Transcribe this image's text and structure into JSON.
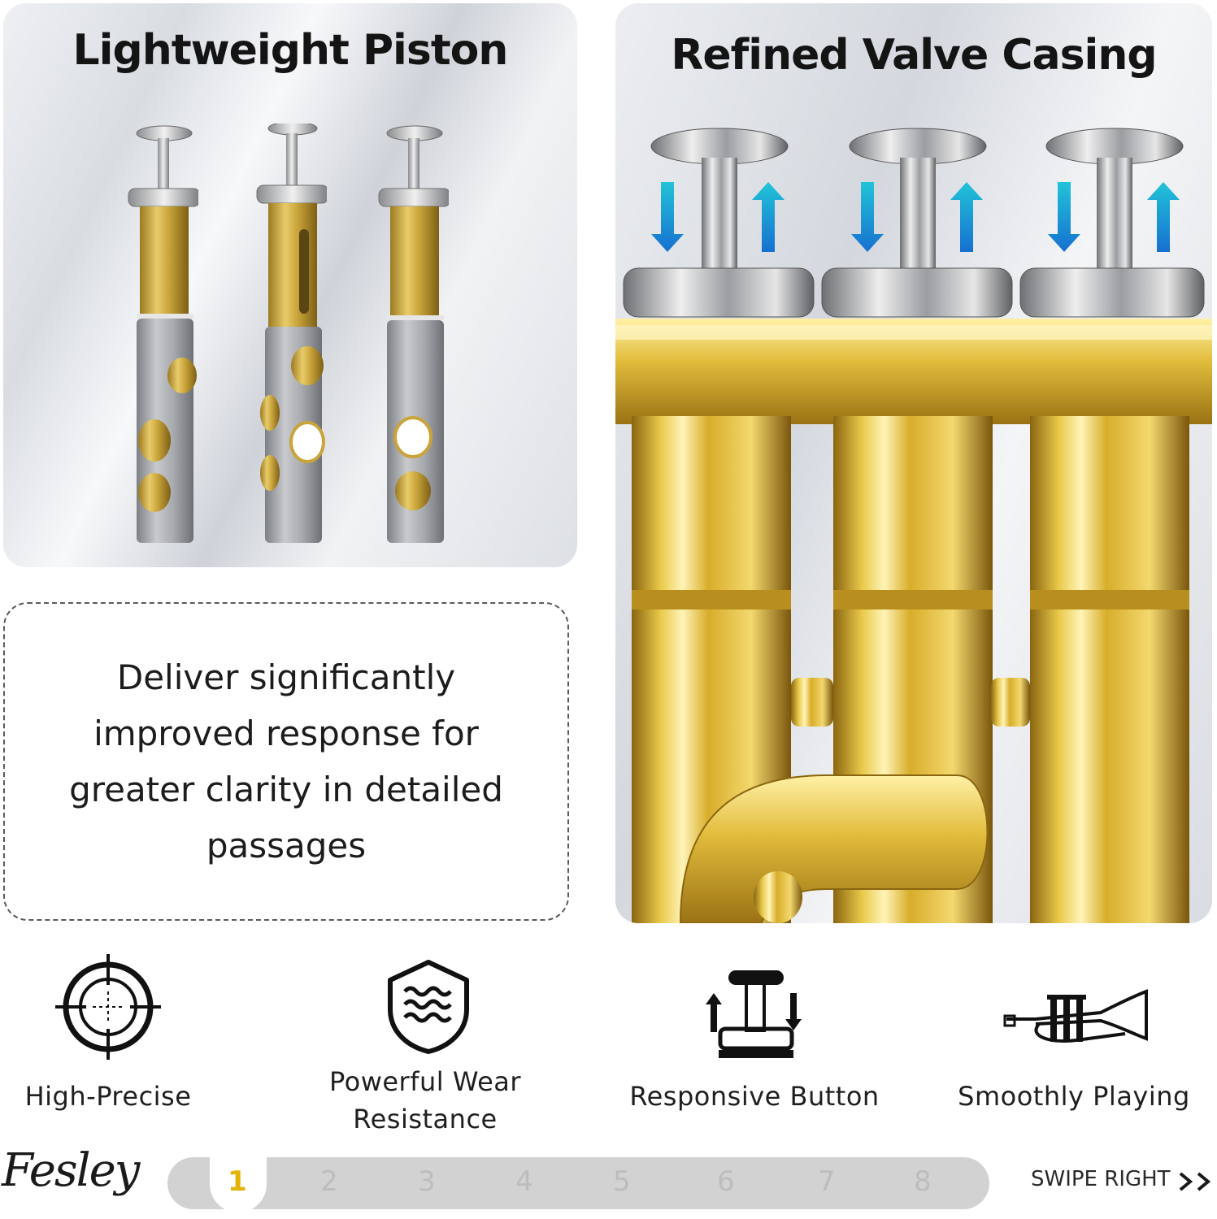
{
  "left_panel": {
    "title": "Lightweight Piston"
  },
  "right_panel": {
    "title": "Refined Valve Casing"
  },
  "description": "Deliver significantly improved response for greater clarity in detailed passages",
  "features": [
    {
      "label": "High-Precise",
      "icon": "crosshair-icon"
    },
    {
      "label": "Powerful Wear Resistance",
      "label_line1": "Powerful Wear",
      "label_line2": "Resistance",
      "icon": "shield-waves-icon"
    },
    {
      "label": "Responsive Button",
      "icon": "valve-button-icon"
    },
    {
      "label": "Smoothly Playing",
      "icon": "trumpet-icon"
    }
  ],
  "brand": "Fesley",
  "pager": {
    "pages": [
      "1",
      "2",
      "3",
      "4",
      "5",
      "6",
      "7",
      "8"
    ],
    "active": "1",
    "swipe_text": "SWIPE RIGHT"
  },
  "colors": {
    "brass": "#d9b53a",
    "steel": "#a9acb0",
    "arrow_blue": "#1aa6e0",
    "pager_bg": "#d2d2d2",
    "active_number": "#e2b400"
  }
}
